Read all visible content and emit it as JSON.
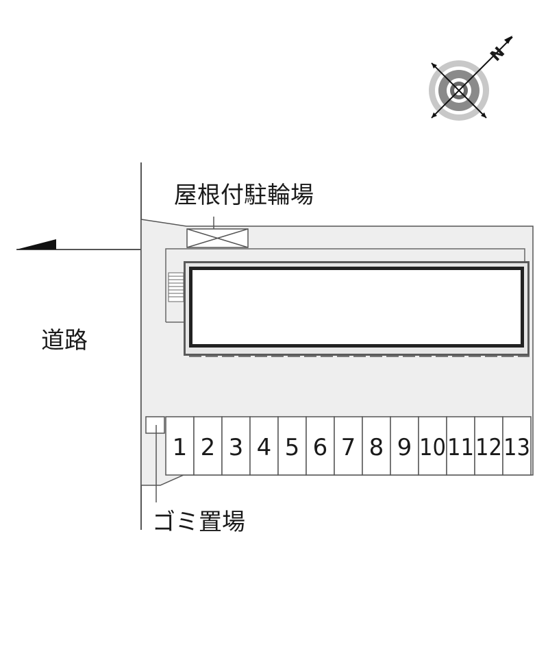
{
  "labels": {
    "road": "道路",
    "bicycle_parking": "屋根付駐輪場",
    "garbage": "ゴミ置場",
    "north": "N"
  },
  "parking": {
    "spaces": [
      "1",
      "2",
      "3",
      "4",
      "5",
      "6",
      "7",
      "8",
      "9",
      "10",
      "11",
      "12",
      "13"
    ]
  },
  "colors": {
    "lot": "#eeeeee",
    "line": "#555555",
    "building_border": "#333333"
  }
}
